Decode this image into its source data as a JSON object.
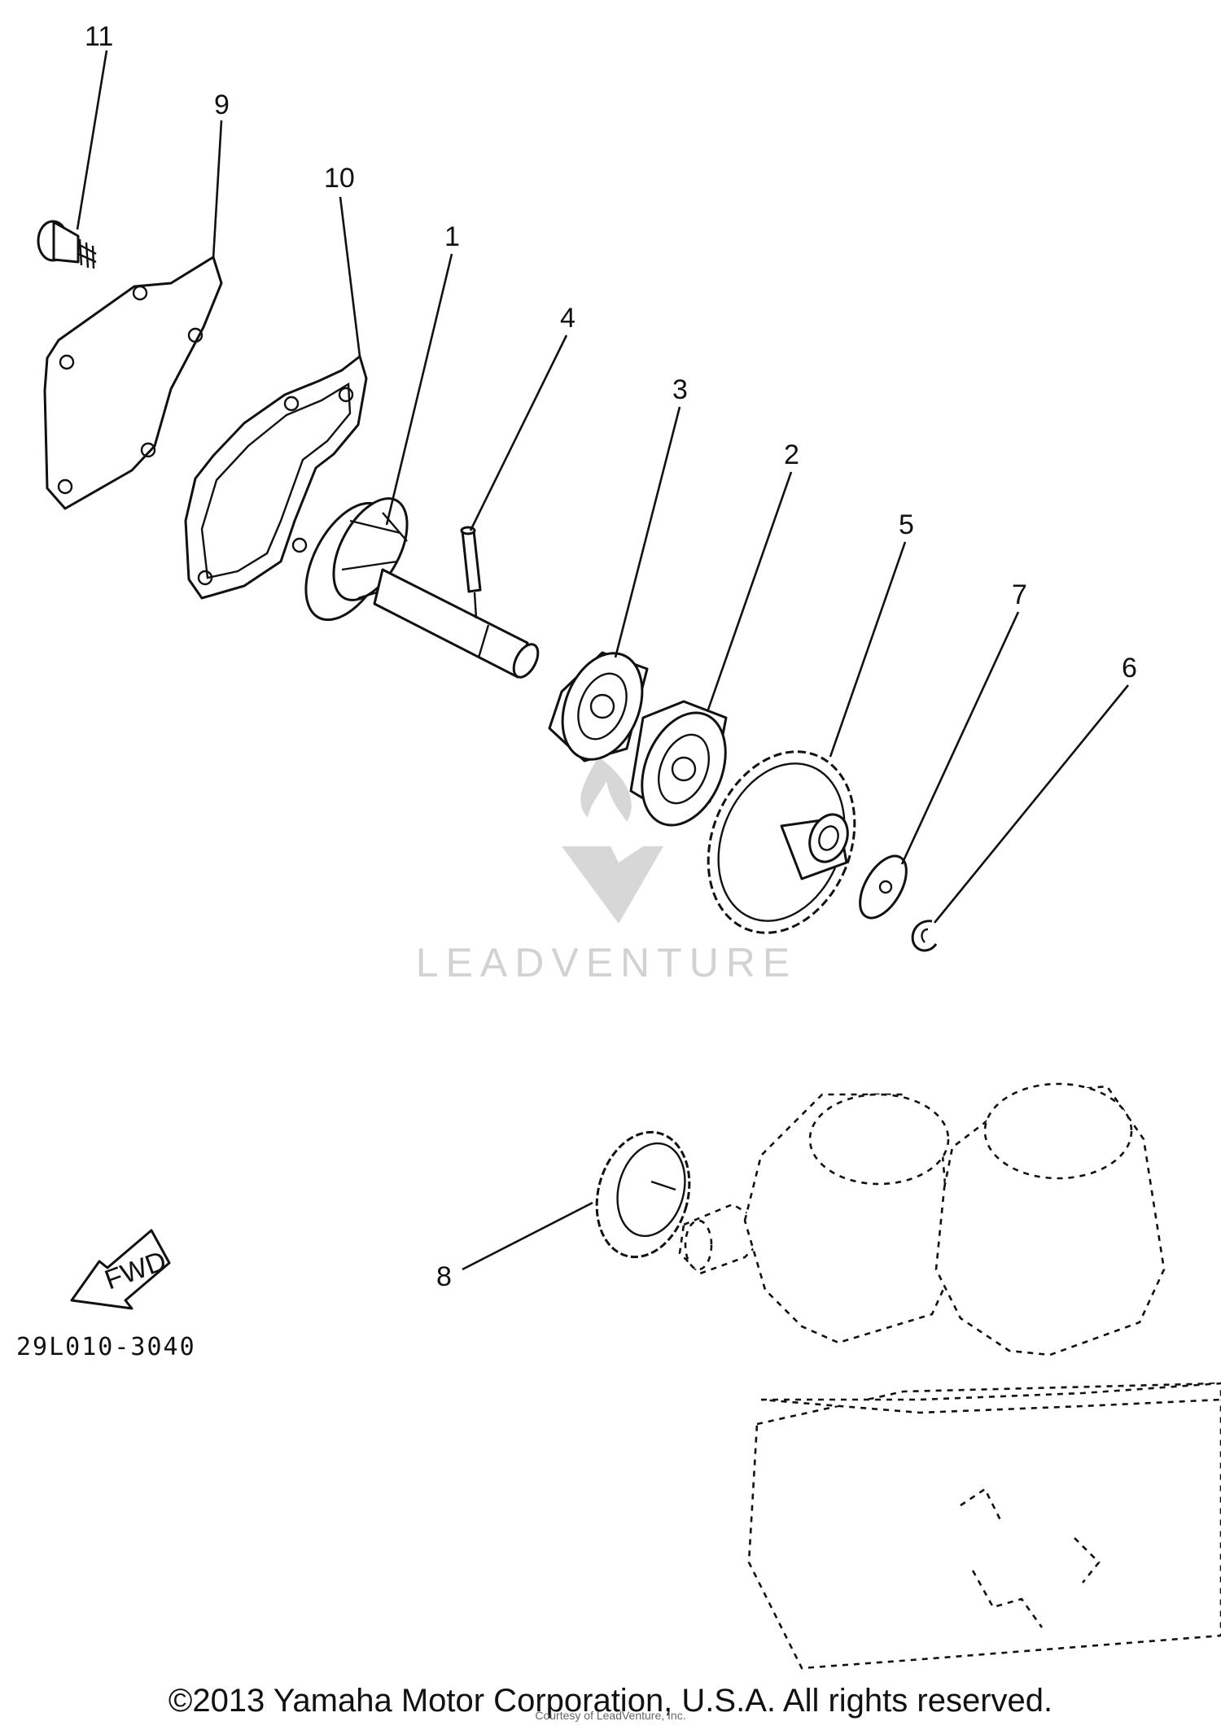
{
  "callouts": {
    "p1": "1",
    "p2": "2",
    "p3": "3",
    "p4": "4",
    "p5": "5",
    "p6": "6",
    "p7": "7",
    "p8": "8",
    "p9": "9",
    "p10": "10",
    "p11": "11"
  },
  "fwd_label": "FWD",
  "diagram_code": "29L010-3040",
  "watermark": "LEADVENTURE",
  "copyright": "©2013 Yamaha Motor Corporation, U.S.A. All rights reserved.",
  "courtesy": "Courtesy of LeadVenture, Inc."
}
